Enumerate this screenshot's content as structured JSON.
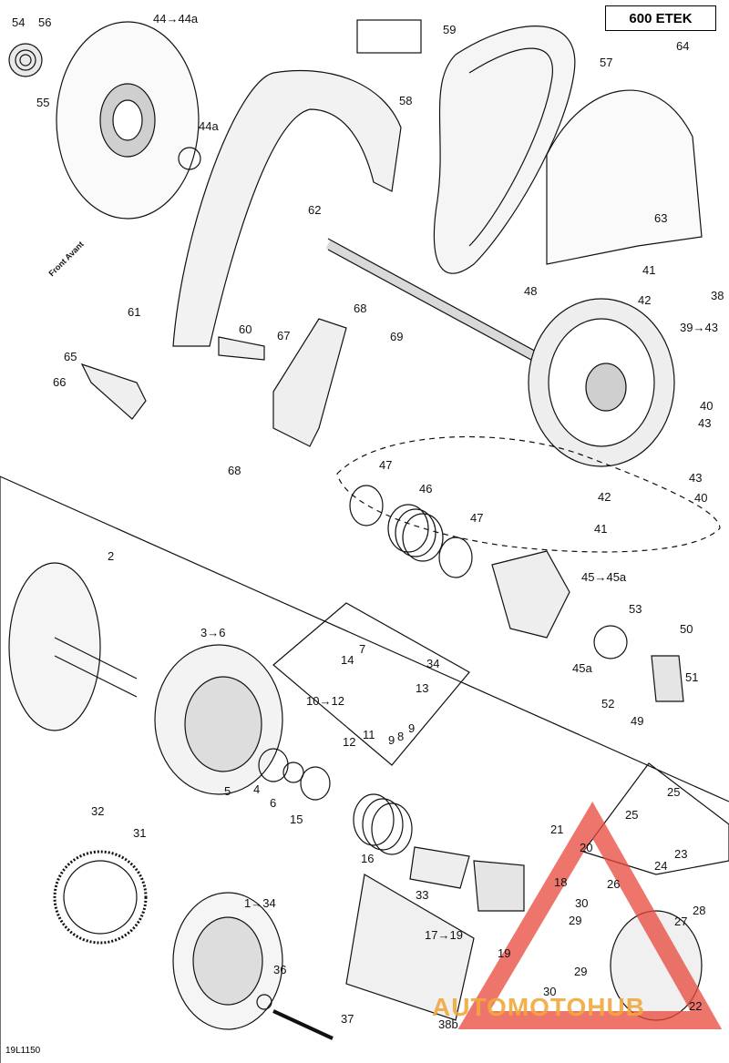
{
  "model": "600 ETEK",
  "drawing_id": "19L1150",
  "front_arrow": {
    "line1": "Front",
    "line2": "Avant"
  },
  "watermark": "AUTOMOTOHUB",
  "colors": {
    "line": "#111111",
    "watermark_red": "#e8473b",
    "watermark_orange": "#f1a93b"
  },
  "callouts": [
    {
      "id": "c54",
      "text": "54"
    },
    {
      "id": "c56",
      "text": "56"
    },
    {
      "id": "c55",
      "text": "55"
    },
    {
      "id": "c44",
      "text": "44→44a"
    },
    {
      "id": "c44a",
      "text": "44a"
    },
    {
      "id": "c59",
      "text": "59"
    },
    {
      "id": "c57",
      "text": "57"
    },
    {
      "id": "c64",
      "text": "64"
    },
    {
      "id": "c58",
      "text": "58"
    },
    {
      "id": "c62",
      "text": "62"
    },
    {
      "id": "c63",
      "text": "63"
    },
    {
      "id": "c41a",
      "text": "41"
    },
    {
      "id": "c42a",
      "text": "42"
    },
    {
      "id": "c38",
      "text": "38"
    },
    {
      "id": "c48",
      "text": "48"
    },
    {
      "id": "c61",
      "text": "61"
    },
    {
      "id": "c68a",
      "text": "68"
    },
    {
      "id": "c60",
      "text": "60"
    },
    {
      "id": "c67",
      "text": "67"
    },
    {
      "id": "c69",
      "text": "69"
    },
    {
      "id": "c39",
      "text": "39→43"
    },
    {
      "id": "c65",
      "text": "65"
    },
    {
      "id": "c66",
      "text": "66"
    },
    {
      "id": "c40a",
      "text": "40"
    },
    {
      "id": "c43a",
      "text": "43"
    },
    {
      "id": "c68b",
      "text": "68"
    },
    {
      "id": "c47a",
      "text": "47"
    },
    {
      "id": "c43b",
      "text": "43"
    },
    {
      "id": "c46",
      "text": "46"
    },
    {
      "id": "c42b",
      "text": "42"
    },
    {
      "id": "c40b",
      "text": "40"
    },
    {
      "id": "c47b",
      "text": "47"
    },
    {
      "id": "c41b",
      "text": "41"
    },
    {
      "id": "c2",
      "text": "2"
    },
    {
      "id": "c45",
      "text": "45→45a"
    },
    {
      "id": "c53",
      "text": "53"
    },
    {
      "id": "c3",
      "text": "3→6"
    },
    {
      "id": "c7",
      "text": "7"
    },
    {
      "id": "c14",
      "text": "14"
    },
    {
      "id": "c34a",
      "text": "34"
    },
    {
      "id": "c50",
      "text": "50"
    },
    {
      "id": "c45a",
      "text": "45a"
    },
    {
      "id": "c51",
      "text": "51"
    },
    {
      "id": "c13",
      "text": "13"
    },
    {
      "id": "c10",
      "text": "10→12"
    },
    {
      "id": "c52",
      "text": "52"
    },
    {
      "id": "c49",
      "text": "49"
    },
    {
      "id": "c9a",
      "text": "9"
    },
    {
      "id": "c12",
      "text": "12"
    },
    {
      "id": "c11",
      "text": "11"
    },
    {
      "id": "c9b",
      "text": "9"
    },
    {
      "id": "c8",
      "text": "8"
    },
    {
      "id": "c5",
      "text": "5"
    },
    {
      "id": "c4",
      "text": "4"
    },
    {
      "id": "c6",
      "text": "6"
    },
    {
      "id": "c15",
      "text": "15"
    },
    {
      "id": "c25a",
      "text": "25"
    },
    {
      "id": "c25b",
      "text": "25"
    },
    {
      "id": "c32",
      "text": "32"
    },
    {
      "id": "c31",
      "text": "31"
    },
    {
      "id": "c16",
      "text": "16"
    },
    {
      "id": "c21",
      "text": "21"
    },
    {
      "id": "c20",
      "text": "20"
    },
    {
      "id": "c23",
      "text": "23"
    },
    {
      "id": "c24",
      "text": "24"
    },
    {
      "id": "c18",
      "text": "18"
    },
    {
      "id": "c33",
      "text": "33"
    },
    {
      "id": "c26",
      "text": "26"
    },
    {
      "id": "c28",
      "text": "28"
    },
    {
      "id": "c1",
      "text": "1→34"
    },
    {
      "id": "c30a",
      "text": "30"
    },
    {
      "id": "c29a",
      "text": "29"
    },
    {
      "id": "c17",
      "text": "17→19"
    },
    {
      "id": "c27",
      "text": "27"
    },
    {
      "id": "c19",
      "text": "19"
    },
    {
      "id": "c36",
      "text": "36"
    },
    {
      "id": "c29b",
      "text": "29"
    },
    {
      "id": "c30b",
      "text": "30"
    },
    {
      "id": "c22",
      "text": "22"
    },
    {
      "id": "c37",
      "text": "37"
    },
    {
      "id": "c38b",
      "text": "38b"
    }
  ]
}
